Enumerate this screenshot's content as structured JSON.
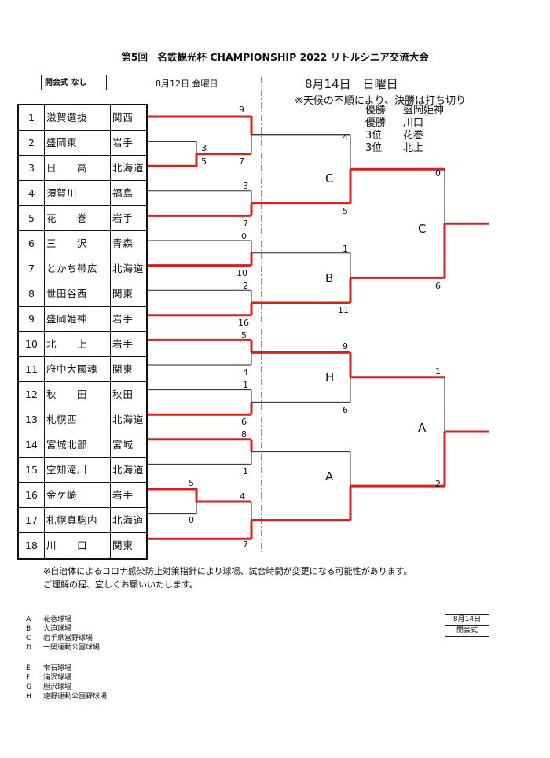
{
  "header": {
    "title": "第5回　名鉄観光杯 CHAMPIONSHIP 2022 リトルシニア交流大会",
    "opening": "開会式 なし",
    "date_day1": "8月12日 金曜日",
    "date_day2": "8月14日　日曜日",
    "weather_note": "※天候の不順により、決勝は打ち切り"
  },
  "results": [
    {
      "label": "優勝",
      "team": "盛岡姫神"
    },
    {
      "label": "優勝",
      "team": "川口"
    },
    {
      "label": "3位",
      "team": "花巻"
    },
    {
      "label": "3位",
      "team": "北上"
    }
  ],
  "teams": [
    {
      "no": "1",
      "name": "滋賀選抜",
      "pref": "関西"
    },
    {
      "no": "2",
      "name": "盛岡東",
      "pref": "岩手"
    },
    {
      "no": "3",
      "name": "日　　高",
      "pref": "北海道"
    },
    {
      "no": "4",
      "name": "須賀川",
      "pref": "福島"
    },
    {
      "no": "5",
      "name": "花　　巻",
      "pref": "岩手"
    },
    {
      "no": "6",
      "name": "三　　沢",
      "pref": "青森"
    },
    {
      "no": "7",
      "name": "とかち帯広",
      "pref": "北海道"
    },
    {
      "no": "8",
      "name": "世田谷西",
      "pref": "関東"
    },
    {
      "no": "9",
      "name": "盛岡姫神",
      "pref": "岩手"
    },
    {
      "no": "10",
      "name": "北　　上",
      "pref": "岩手"
    },
    {
      "no": "11",
      "name": "府中大國魂",
      "pref": "関東"
    },
    {
      "no": "12",
      "name": "秋　　田",
      "pref": "秋田"
    },
    {
      "no": "13",
      "name": "札幌西",
      "pref": "北海道"
    },
    {
      "no": "14",
      "name": "宮城北部",
      "pref": "宮城"
    },
    {
      "no": "15",
      "name": "空知滝川",
      "pref": "北海道"
    },
    {
      "no": "16",
      "name": "金ケ崎",
      "pref": "岩手"
    },
    {
      "no": "17",
      "name": "札幌真駒内",
      "pref": "北海道"
    },
    {
      "no": "18",
      "name": "川　　口",
      "pref": "関東"
    }
  ],
  "scores": {
    "r0a_top": "3",
    "r0a_bot": "5",
    "r0b_top": "5",
    "r0b_bot": "0",
    "g1_top": "9",
    "g1_bot": "7",
    "g2_top": "3",
    "g2_bot": "7",
    "g3_top": "0",
    "g3_bot": "10",
    "g4_top": "2",
    "g4_bot": "16",
    "g5_top": "5",
    "g5_bot": "4",
    "g6_top": "1",
    "g6_bot": "6",
    "g7_top": "8",
    "g7_bot": "1",
    "g8_top": "4",
    "g8_bot": "7",
    "q1_top": "4",
    "q1_bot": "5",
    "q2_top": "1",
    "q2_bot": "11",
    "q3_top": "9",
    "q3_bot": "6",
    "s1_top": "0",
    "s1_bot": "6",
    "s2_top": "1",
    "s2_bot": "2"
  },
  "venues": {
    "q1": "C",
    "q2": "B",
    "q3": "H",
    "q4": "A",
    "s1": "C",
    "s2": "A"
  },
  "footer": {
    "note_line1": "※自治体によるコロナ感染防止対策指針により球場、試合時間が変更になる可能性があります。",
    "note_line2": "ご理解の程、宜しくお願いいたします。",
    "legend": [
      {
        "key": "A",
        "name": "花巻球場"
      },
      {
        "key": "B",
        "name": "大迫球場"
      },
      {
        "key": "C",
        "name": "岩手県営野球場"
      },
      {
        "key": "D",
        "name": "一関運動公園球場"
      },
      {
        "key": "E",
        "name": "雫石球場"
      },
      {
        "key": "F",
        "name": "滝沢球場"
      },
      {
        "key": "G",
        "name": "胆沢球場"
      },
      {
        "key": "H",
        "name": "遠野運動公園野球場"
      }
    ],
    "box_date": "8月14日",
    "box_label": "開会式"
  },
  "colors": {
    "winner_line": "#d42020",
    "line": "#222222"
  }
}
